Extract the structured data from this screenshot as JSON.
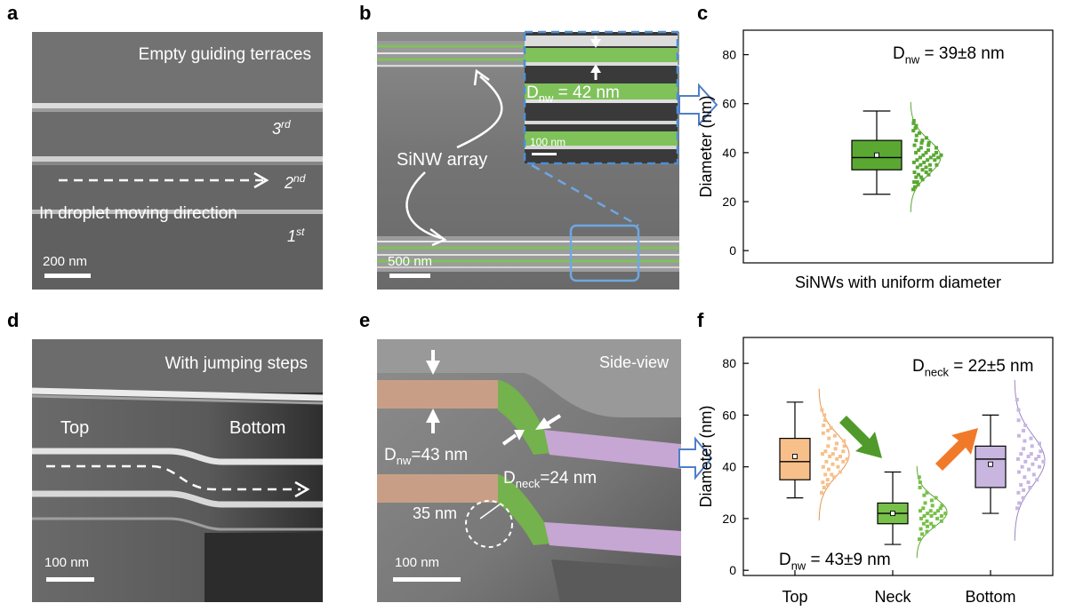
{
  "figure": {
    "panel_labels": [
      "a",
      "b",
      "c",
      "d",
      "e",
      "f"
    ],
    "panel_a": {
      "title": "Empty guiding terraces",
      "terrace_labels": [
        {
          "base": "3",
          "sup": "rd"
        },
        {
          "base": "2",
          "sup": "nd"
        },
        {
          "base": "1",
          "sup": "st"
        }
      ],
      "direction_label": "In droplet moving direction",
      "scale": "200 nm"
    },
    "panel_b": {
      "array_label": "SiNW array",
      "scale": "500 nm",
      "inset_scale": "100 nm",
      "inset_measure": {
        "prefix": "D",
        "sub": "nw",
        "suffix": " = 42 nm"
      }
    },
    "panel_d": {
      "title": "With jumping steps",
      "top_label": "Top",
      "bottom_label": "Bottom",
      "scale": "100 nm"
    },
    "panel_e": {
      "title": "Side-view",
      "dnw": {
        "prefix": "D",
        "sub": "nw",
        "suffix": "=43 nm"
      },
      "dneck": {
        "prefix": "D",
        "sub": "neck",
        "suffix": "=24 nm"
      },
      "radius": "35 nm",
      "scale": "100 nm"
    }
  },
  "colors": {
    "green": "#5aa832",
    "green_light": "#77c04a",
    "orange": "#f7c08a",
    "orange_dark": "#e59552",
    "purple": "#c8b6e0",
    "purple_dark": "#9b86c4",
    "arrow_blue": "#4f7fc6",
    "arrow_green": "#4f9a2b",
    "arrow_orange": "#f07a2a"
  },
  "chart_data": [
    {
      "type": "box",
      "panel": "c",
      "ylabel": "Diameter (nm)",
      "xlabel": "SiNWs with uniform diameter",
      "ylim": [
        -5,
        90
      ],
      "yticks": [
        0,
        20,
        40,
        60,
        80
      ],
      "annotation": {
        "prefix": "D",
        "sub": "nw",
        "suffix": " = 39±8 nm"
      },
      "series": [
        {
          "whisker_low": 23,
          "q1": 33,
          "median": 38,
          "q3": 45,
          "whisker_high": 57,
          "mean": 39,
          "points": [
            25,
            26,
            27,
            28,
            28,
            29,
            30,
            30,
            31,
            31,
            32,
            32,
            33,
            33,
            34,
            34,
            35,
            35,
            35,
            36,
            36,
            37,
            37,
            37,
            38,
            38,
            38,
            39,
            39,
            39,
            40,
            40,
            40,
            41,
            41,
            42,
            42,
            43,
            43,
            44,
            44,
            45,
            45,
            46,
            47,
            48,
            49,
            50,
            51,
            52,
            53
          ]
        }
      ]
    },
    {
      "type": "box",
      "panel": "f",
      "ylabel": "Diameter (nm)",
      "ylim": [
        -2,
        90
      ],
      "yticks": [
        0,
        20,
        40,
        60,
        80
      ],
      "categories": [
        "Top",
        "Neck",
        "Bottom"
      ],
      "annotation_top": {
        "prefix": "D",
        "sub": "neck",
        "suffix": " = 22±5 nm"
      },
      "annotation_bottom": {
        "prefix": "D",
        "sub": "nw",
        "suffix": " = 43±9 nm"
      },
      "series": [
        {
          "name": "Top",
          "whisker_low": 28,
          "q1": 35,
          "median": 42,
          "q3": 51,
          "whisker_high": 65,
          "mean": 44,
          "points": [
            30,
            32,
            33,
            34,
            35,
            36,
            37,
            37,
            38,
            39,
            40,
            40,
            41,
            42,
            42,
            43,
            43,
            44,
            44,
            45,
            45,
            46,
            46,
            47,
            48,
            48,
            49,
            50,
            51,
            52,
            53,
            54,
            55,
            56,
            58,
            60,
            62
          ]
        },
        {
          "name": "Neck",
          "whisker_low": 10,
          "q1": 18,
          "median": 22,
          "q3": 26,
          "whisker_high": 38,
          "mean": 22,
          "points": [
            12,
            14,
            15,
            16,
            17,
            17,
            18,
            18,
            19,
            19,
            20,
            20,
            21,
            21,
            21,
            22,
            22,
            22,
            23,
            23,
            23,
            24,
            24,
            25,
            25,
            26,
            27,
            28,
            29,
            30,
            32,
            34,
            36
          ]
        },
        {
          "name": "Bottom",
          "whisker_low": 22,
          "q1": 32,
          "median": 43,
          "q3": 48,
          "whisker_high": 60,
          "mean": 41,
          "points": [
            24,
            26,
            28,
            30,
            31,
            32,
            33,
            34,
            35,
            36,
            37,
            38,
            39,
            40,
            40,
            41,
            42,
            42,
            43,
            43,
            44,
            44,
            45,
            45,
            46,
            47,
            48,
            49,
            50,
            51,
            52,
            54,
            56,
            58,
            62,
            66
          ]
        }
      ]
    }
  ]
}
